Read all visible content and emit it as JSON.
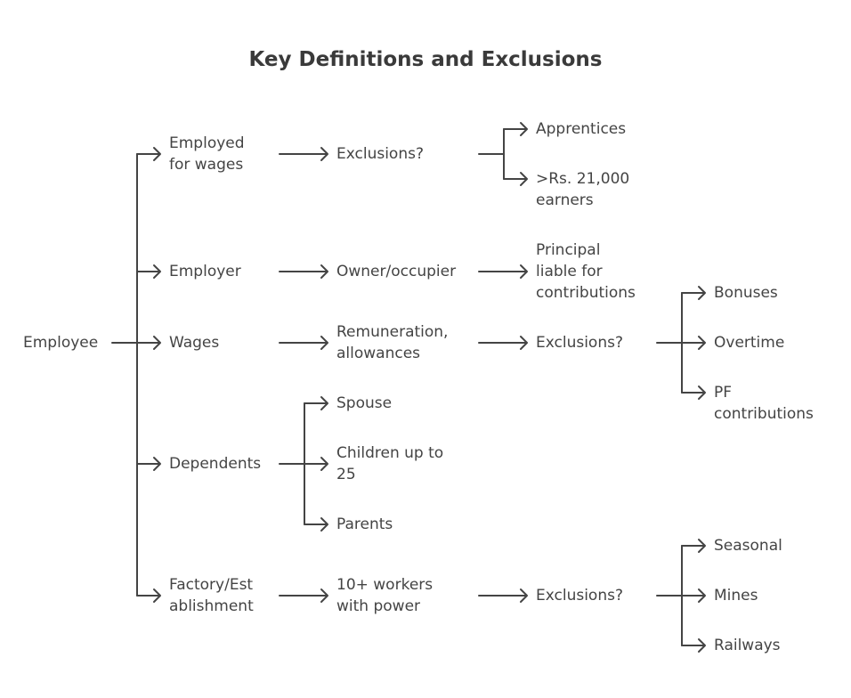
{
  "title": "Key Definitions and Exclusions",
  "root": "Employee",
  "level1": {
    "employed_for_wages": "Employed\nfor wages",
    "employer": "Employer",
    "wages": "Wages",
    "dependents": "Dependents",
    "factory": "Factory/Est\nablishment"
  },
  "level2": {
    "exclusions_employed": "Exclusions?",
    "owner_occupier": "Owner/occupier",
    "remuneration": "Remuneration,\nallowances",
    "spouse": "Spouse",
    "children": "Children up to\n25",
    "parents": "Parents",
    "workers": "10+ workers\nwith power"
  },
  "level3": {
    "apprentices": "Apprentices",
    "earners": ">Rs. 21,000\nearners",
    "principal": "Principal\nliable for\ncontributions",
    "exclusions_wages": "Exclusions?",
    "exclusions_factory": "Exclusions?"
  },
  "level4": {
    "bonuses": "Bonuses",
    "overtime": "Overtime",
    "pf": "PF\ncontributions",
    "seasonal": "Seasonal",
    "mines": "Mines",
    "railways": "Railways"
  }
}
